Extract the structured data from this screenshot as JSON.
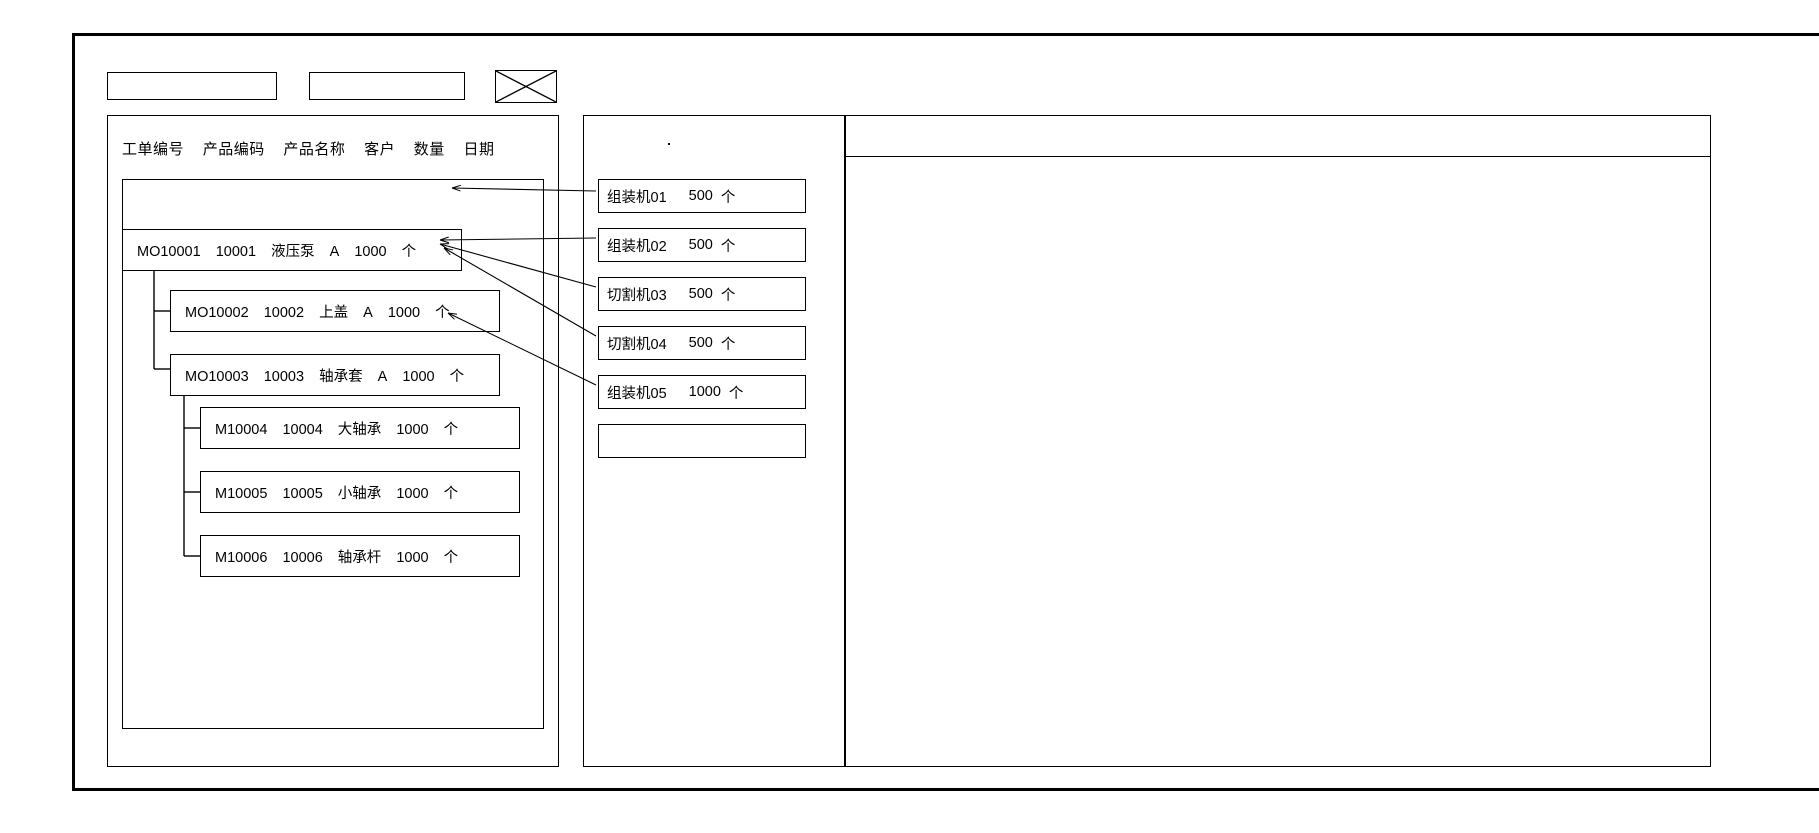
{
  "window": {
    "title": ""
  },
  "toolbar": {
    "field_one_value": "",
    "field_one_placeholder": "",
    "field_two_value": "",
    "field_two_placeholder": "",
    "image_placeholder_icon": "image-placeholder-x-icon"
  },
  "left_panel": {
    "column_headers": [
      "工单编号",
      "产品编码",
      "产品名称",
      "客户",
      "数量",
      "日期"
    ],
    "tree": [
      {
        "level": 0,
        "order_no": "MO10001",
        "product_code": "10001",
        "product_name": "液压泵",
        "customer": "A",
        "qty": "1000",
        "unit": "个"
      },
      {
        "level": 1,
        "order_no": "MO10002",
        "product_code": "10002",
        "product_name": "上盖",
        "customer": "A",
        "qty": "1000",
        "unit": "个"
      },
      {
        "level": 1,
        "order_no": "MO10003",
        "product_code": "10003",
        "product_name": "轴承套",
        "customer": "A",
        "qty": "1000",
        "unit": "个"
      },
      {
        "level": 2,
        "order_no": "M10004",
        "product_code": "10004",
        "product_name": "大轴承",
        "customer": "",
        "qty": "1000",
        "unit": "个"
      },
      {
        "level": 2,
        "order_no": "M10005",
        "product_code": "10005",
        "product_name": "小轴承",
        "customer": "",
        "qty": "1000",
        "unit": "个"
      },
      {
        "level": 2,
        "order_no": "M10006",
        "product_code": "10006",
        "product_name": "轴承杆",
        "customer": "",
        "qty": "1000",
        "unit": "个"
      }
    ]
  },
  "middle_panel": {
    "machines": [
      {
        "name": "组装机01",
        "qty": "500",
        "unit": "个"
      },
      {
        "name": "组装机02",
        "qty": "500",
        "unit": "个"
      },
      {
        "name": "切割机03",
        "qty": "500",
        "unit": "个"
      },
      {
        "name": "切割机04",
        "qty": "500",
        "unit": "个"
      },
      {
        "name": "组装机05",
        "qty": "1000",
        "unit": "个"
      },
      {
        "name": "",
        "qty": "",
        "unit": ""
      }
    ]
  },
  "right_panel": {
    "header_text": "",
    "body_text": ""
  },
  "colors": {
    "stroke": "#000000",
    "background": "#ffffff"
  }
}
